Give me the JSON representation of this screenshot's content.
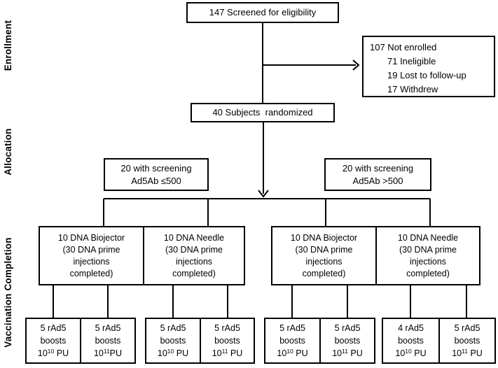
{
  "colors": {
    "line": "#000000",
    "box_background": "#ffffff",
    "text": "#000000"
  },
  "stage_labels": {
    "enrollment": "Enrollment",
    "allocation": "Allocation",
    "vaccination": "Vaccination Completion"
  },
  "boxes": {
    "screened": "147 Screened for eligibility",
    "not_enrolled": {
      "title": "107 Not enrolled",
      "items": [
        "71 Ineligible",
        "19 Lost to follow-up",
        "17 Withdrew"
      ]
    },
    "randomized": "40 Subjects  randomized",
    "alloc_low": {
      "line1": "20 with screening",
      "line2": "Ad5Ab ≤500"
    },
    "alloc_high": {
      "line1": "20 with screening",
      "line2": "Ad5Ab >500"
    },
    "dna": [
      {
        "l1": "10 DNA Biojector",
        "l2": "(30 DNA prime",
        "l3": "injections",
        "l4": "completed)"
      },
      {
        "l1": "10 DNA Needle",
        "l2": "(30 DNA prime",
        "l3": "injections",
        "l4": "completed)"
      },
      {
        "l1": "10 DNA Biojector",
        "l2": "(30 DNA prime",
        "l3": "injections",
        "l4": "completed)"
      },
      {
        "l1": "10 DNA Needle",
        "l2": "(30 DNA prime",
        "l3": "injections",
        "l4": "completed)"
      }
    ],
    "boosts": [
      {
        "l1": "5 rAd5",
        "l2": "boosts",
        "base": "10",
        "exp": "10",
        "unit": " PU"
      },
      {
        "l1": "5 rAd5",
        "l2": "boosts",
        "base": "10",
        "exp": "11",
        "unit": "PU"
      },
      {
        "l1": "5 rAd5",
        "l2": "boosts",
        "base": "10",
        "exp": "10",
        "unit": " PU"
      },
      {
        "l1": "5 rAd5",
        "l2": "boosts",
        "base": "10",
        "exp": "11",
        "unit": " PU"
      },
      {
        "l1": "5 rAd5",
        "l2": "boosts",
        "base": "10",
        "exp": "10",
        "unit": " PU"
      },
      {
        "l1": "5 rAd5",
        "l2": "boosts",
        "base": "10",
        "exp": "11",
        "unit": " PU"
      },
      {
        "l1": "4 rAd5",
        "l2": "boosts",
        "base": "10",
        "exp": "10",
        "unit": " PU"
      },
      {
        "l1": "5 rAd5",
        "l2": "boosts",
        "base": "10",
        "exp": "11",
        "unit": " PU"
      }
    ]
  }
}
